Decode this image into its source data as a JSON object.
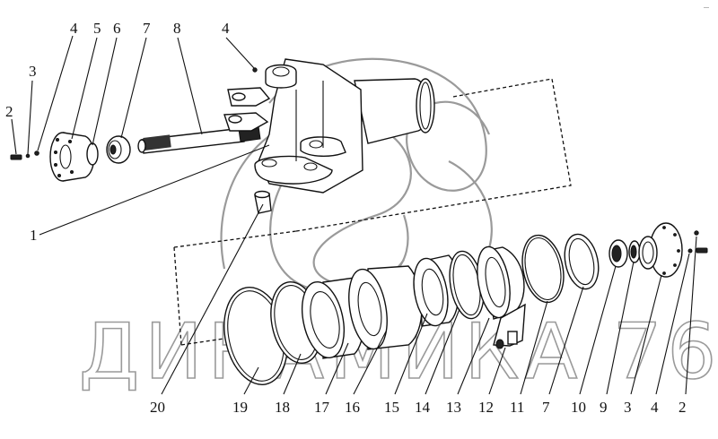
{
  "diagram": {
    "type": "exploded-parts-view",
    "watermark": "ДИНАМИКА 76",
    "corner_mark": "---",
    "callouts_top": [
      {
        "label": "2"
      },
      {
        "label": "3"
      },
      {
        "label": "4"
      },
      {
        "label": "5"
      },
      {
        "label": "6"
      },
      {
        "label": "7"
      },
      {
        "label": "8"
      },
      {
        "label": "4"
      }
    ],
    "callout_side": {
      "label": "1"
    },
    "callouts_bottom": [
      {
        "label": "20"
      },
      {
        "label": "19"
      },
      {
        "label": "18"
      },
      {
        "label": "17"
      },
      {
        "label": "16"
      },
      {
        "label": "15"
      },
      {
        "label": "14"
      },
      {
        "label": "13"
      },
      {
        "label": "12"
      },
      {
        "label": "11"
      },
      {
        "label": "7"
      },
      {
        "label": "10"
      },
      {
        "label": "9"
      },
      {
        "label": "3"
      },
      {
        "label": "4"
      },
      {
        "label": "2"
      }
    ],
    "colors": {
      "line": "#111111",
      "watermark": "#9a9a9a",
      "background": "#ffffff"
    }
  }
}
